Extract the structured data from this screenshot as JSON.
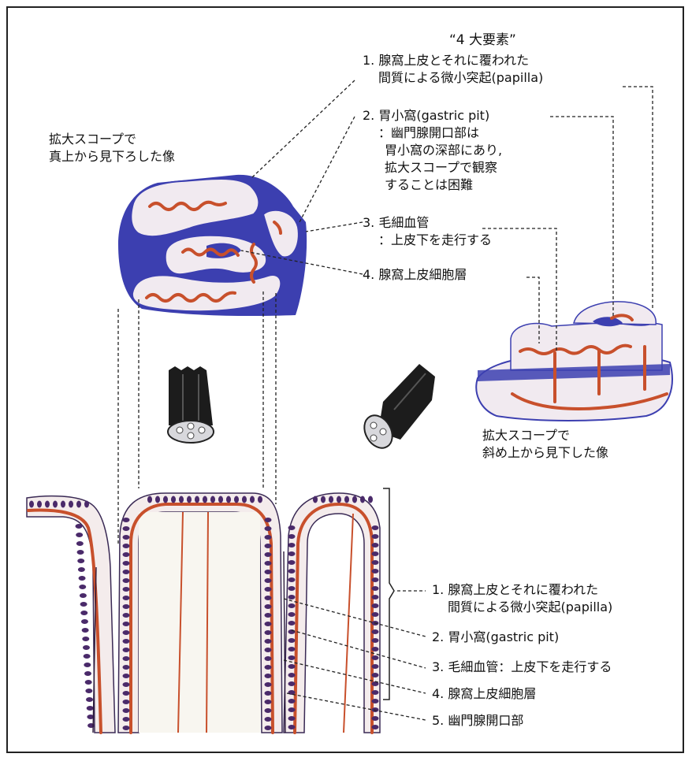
{
  "heading": "“4 大要素”",
  "top_left_caption": [
    "拡大スコープで",
    "真上から見下ろした像"
  ],
  "right_caption": [
    "拡大スコープで",
    "斜め上から見下した像"
  ],
  "top_labels": [
    {
      "num": "1.",
      "lines": [
        "腺窩上皮とそれに覆われた",
        "間質による微小突起(papilla)"
      ]
    },
    {
      "num": "2.",
      "lines": [
        "胃小窩(gastric pit)",
        "：幽門腺開口部は",
        "胃小窩の深部にあり,",
        "拡大スコープで観察",
        "することは困難"
      ]
    },
    {
      "num": "3.",
      "lines": [
        "毛細血管",
        "：上皮下を走行する"
      ]
    },
    {
      "num": "4.",
      "lines": [
        "腺窩上皮細胞層"
      ]
    }
  ],
  "bottom_labels": [
    {
      "num": "1.",
      "lines": [
        "腺窩上皮とそれに覆われた",
        "間質による微小突起(papilla)"
      ]
    },
    {
      "num": "2.",
      "lines": [
        "胃小窩(gastric pit)"
      ]
    },
    {
      "num": "3.",
      "lines": [
        "毛細血管：上皮下を走行する"
      ]
    },
    {
      "num": "4.",
      "lines": [
        "腺窩上皮細胞層"
      ]
    },
    {
      "num": "5.",
      "lines": [
        "幽門腺開口部"
      ]
    }
  ],
  "colors": {
    "epithelium_blue": "#3c3fb0",
    "vessel_red": "#c8502c",
    "mucosa_pink": "#f4ecec",
    "cell_purple": "#4a2a6a",
    "scope_black": "#1c1c1c"
  }
}
